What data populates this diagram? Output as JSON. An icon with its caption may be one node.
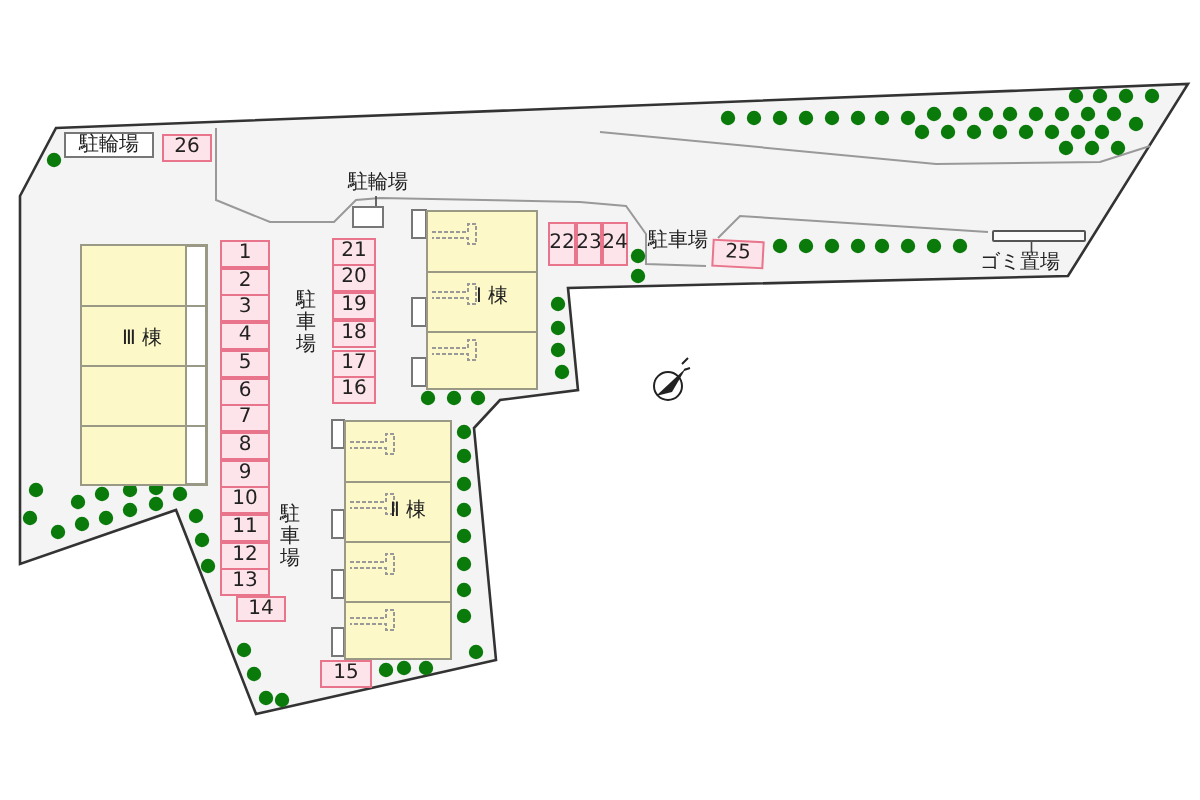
{
  "diagram": {
    "nodes": [
      {
        "text": [
          "駐輪場"
        ]
      },
      {
        "text": [
          "26"
        ]
      },
      {
        "text": [
          "駐輪場"
        ]
      },
      {
        "text": [],
        "shape": "box"
      },
      {
        "text": [
          "Ⅰ 棟"
        ]
      },
      {
        "text": [
          "22"
        ]
      },
      {
        "text": [
          "23"
        ]
      },
      {
        "text": [
          "24"
        ]
      },
      {
        "text": [
          "25"
        ]
      },
      {
        "text": [
          "ゴミ置場"
        ]
      },
      {
        "text": [],
        "shape": "bar"
      },
      {
        "text": [
          "Ⅲ 棟"
        ]
      },
      {
        "text": [
          "1"
        ]
      },
      {
        "text": [
          "2"
        ]
      },
      {
        "text": [
          "3"
        ]
      },
      {
        "text": [
          "4"
        ]
      },
      {
        "text": [
          "5"
        ]
      },
      {
        "text": [
          "6"
        ]
      },
      {
        "text": [
          "7"
        ]
      },
      {
        "text": [
          "8"
        ]
      },
      {
        "text": [
          "9"
        ]
      },
      {
        "text": [
          "10"
        ]
      },
      {
        "text": [
          "11"
        ]
      },
      {
        "text": [
          "12"
        ]
      },
      {
        "text": [
          "13"
        ]
      },
      {
        "text": [
          "14"
        ]
      },
      {
        "text": [
          "21"
        ]
      },
      {
        "text": [
          "20"
        ]
      },
      {
        "text": [
          "19"
        ]
      },
      {
        "text": [
          "18"
        ]
      },
      {
        "text": [
          "17"
        ]
      },
      {
        "text": [
          "16"
        ]
      },
      {
        "text": [
          "Ⅱ 棟"
        ]
      },
      {
        "text": [
          "15"
        ]
      }
    ],
    "edges": [
      {
        "from": 2,
        "to": 3,
        "arrow": "none"
      },
      {
        "from": 9,
        "to": 10,
        "arrow": "none"
      }
    ],
    "labels": [
      "駐車場",
      "駐車場",
      "駐車場"
    ]
  }
}
